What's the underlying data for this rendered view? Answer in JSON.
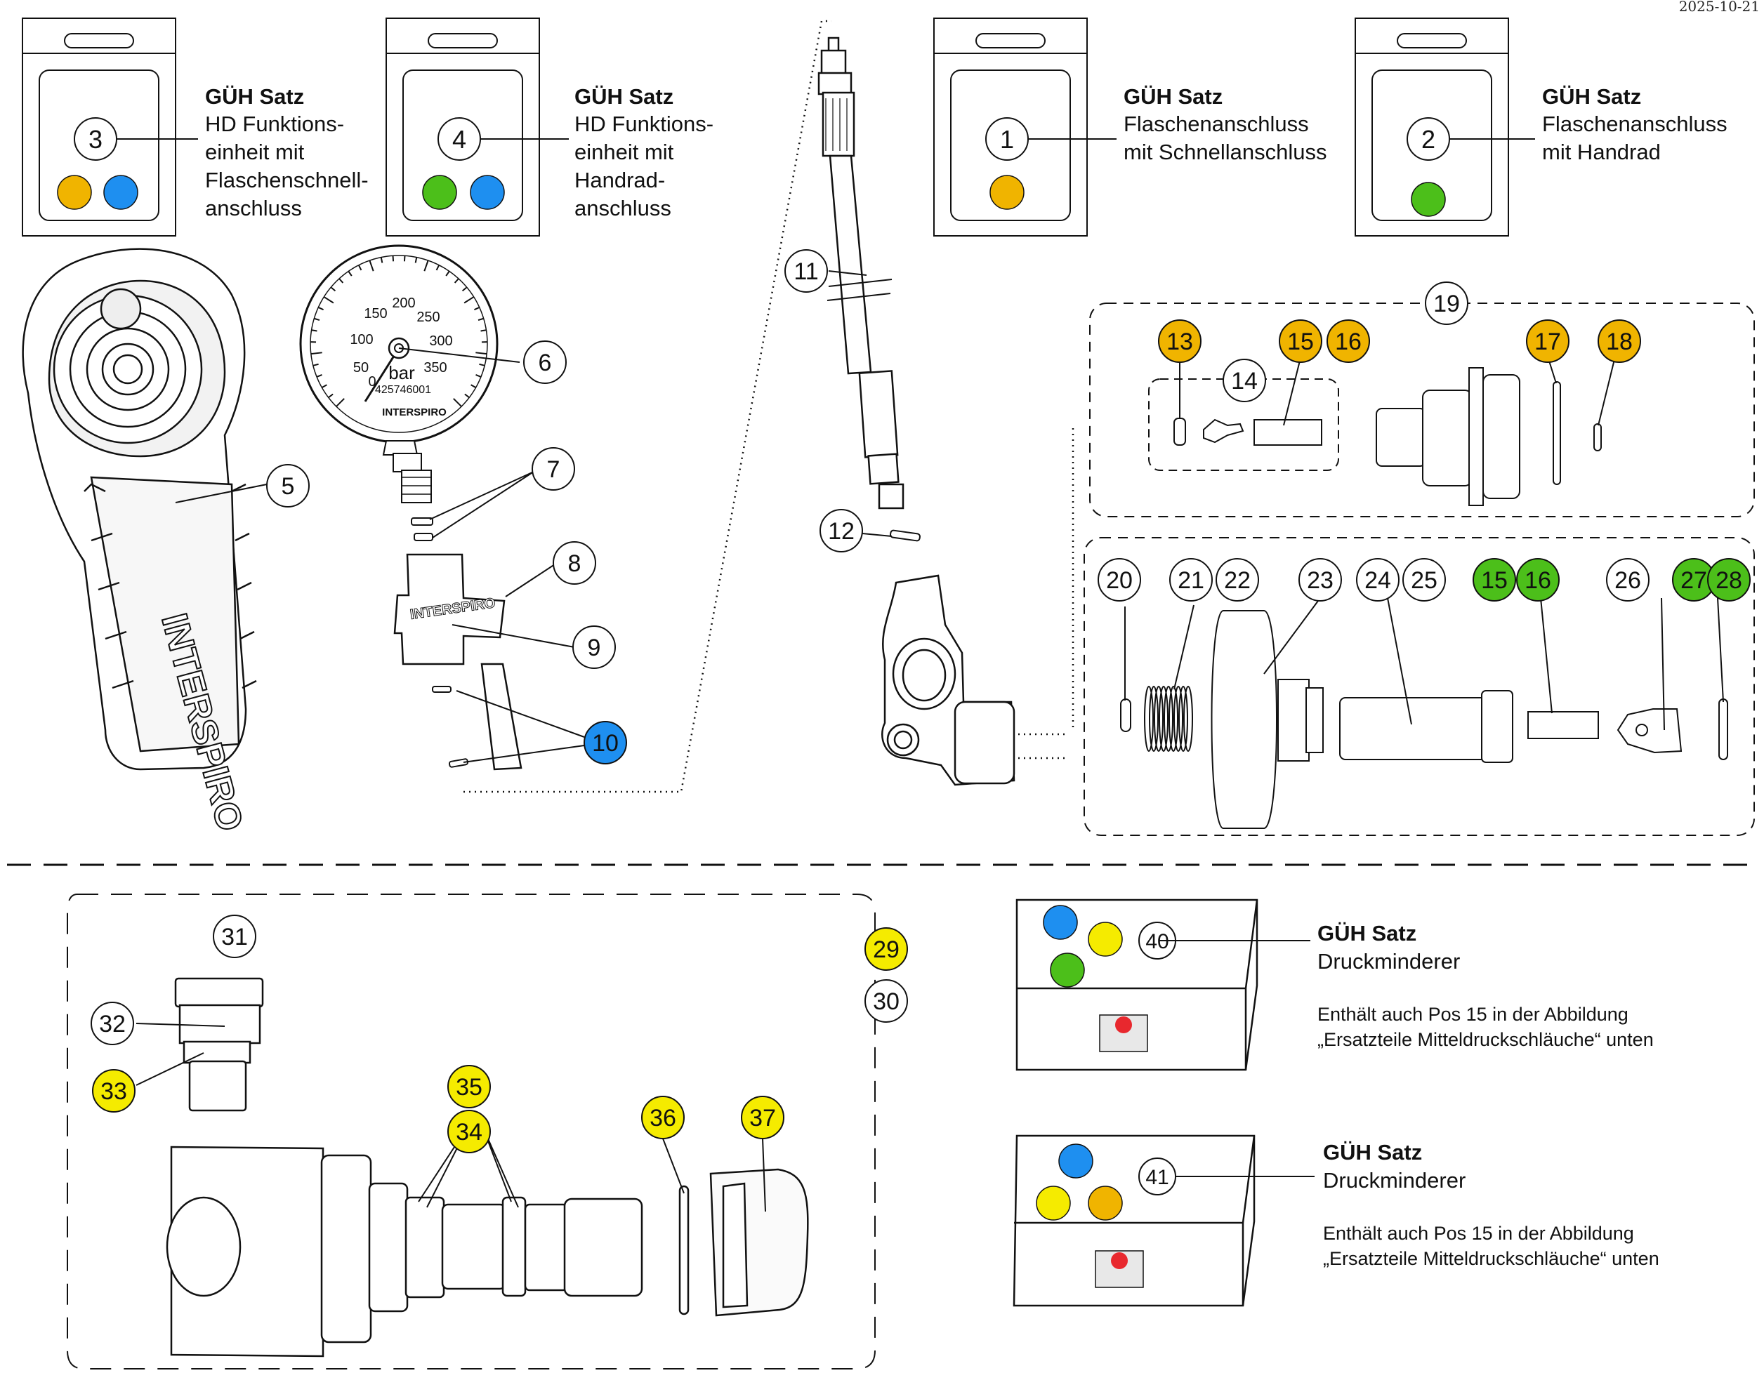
{
  "date": "2025-10-21",
  "kits": [
    {
      "number": "3",
      "title": "GÜH Satz",
      "lines": [
        "HD Funktions-",
        "einheit mit",
        "Flaschenschnell-",
        "anschluss"
      ],
      "dots": [
        "#f0b400",
        "#1e8ff0"
      ]
    },
    {
      "number": "4",
      "title": "GÜH Satz",
      "lines": [
        "HD Funktions-",
        "einheit mit",
        "Handrad-",
        "anschluss"
      ],
      "dots": [
        "#4cbf1a",
        "#1e8ff0"
      ]
    },
    {
      "number": "1",
      "title": "GÜH Satz",
      "lines": [
        "Flaschenanschluss",
        "mit Schnellanschluss"
      ],
      "dots": [
        "#f0b400"
      ]
    },
    {
      "number": "2",
      "title": "GÜH Satz",
      "lines": [
        "Flaschenanschluss",
        "mit Handrad"
      ],
      "dots": [
        "#4cbf1a"
      ]
    }
  ],
  "boxes": [
    {
      "number": "40",
      "title": "GÜH Satz",
      "subtitle": "Druckminderer",
      "note_1": "Enthält auch Pos 15 in der Abbildung",
      "note_2": "„Ersatzteile Mitteldruckschläuche“ unten",
      "dots": [
        "#1e8ff0",
        "#f5eb00",
        "#4cbf1a"
      ]
    },
    {
      "number": "41",
      "title": "GÜH Satz",
      "subtitle": "Druckminderer",
      "note_1": "Enthält auch Pos 15 in der Abbildung",
      "note_2": "„Ersatzteile Mitteldruckschläuche“ unten",
      "dots": [
        "#1e8ff0",
        "#f5eb00",
        "#f0b400"
      ]
    }
  ],
  "gauge": {
    "ticks": [
      "0",
      "50",
      "100",
      "150",
      "200",
      "250",
      "300",
      "350"
    ],
    "unit": "bar",
    "serial": "425746001",
    "brand": "INTERSPIRO"
  },
  "brand_text": "INTERSPIRO",
  "colors": {
    "yellow_orange": "#f0b400",
    "blue": "#1e8ff0",
    "green": "#4cbf1a",
    "yellow": "#f5eb00",
    "white": "#ffffff"
  },
  "callouts": [
    "3",
    "4",
    "1",
    "2",
    "5",
    "6",
    "7",
    "8",
    "9",
    "10",
    "11",
    "12",
    "13",
    "14",
    "15",
    "16",
    "17",
    "18",
    "19",
    "20",
    "21",
    "22",
    "23",
    "24",
    "25",
    "26",
    "27",
    "28",
    "29",
    "30",
    "31",
    "32",
    "33",
    "34",
    "35",
    "36",
    "37",
    "40",
    "41"
  ]
}
